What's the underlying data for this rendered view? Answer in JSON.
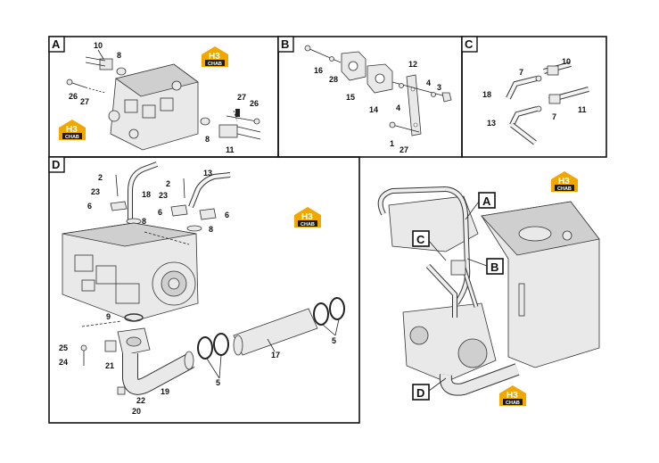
{
  "panels": {
    "A": {
      "letter": "A",
      "labels": [
        "10",
        "8",
        "26",
        "27",
        "27",
        "26",
        "8",
        "11"
      ]
    },
    "B": {
      "letter": "B",
      "labels": [
        "16",
        "28",
        "15",
        "14",
        "12",
        "4",
        "4",
        "3",
        "1",
        "27"
      ]
    },
    "C": {
      "letter": "C",
      "labels": [
        "10",
        "7",
        "18",
        "7",
        "13",
        "11"
      ]
    },
    "D": {
      "letter": "D",
      "labels": [
        "2",
        "23",
        "6",
        "18",
        "8",
        "2",
        "23",
        "13",
        "6",
        "6",
        "8",
        "9",
        "25",
        "24",
        "21",
        "22",
        "20",
        "19",
        "5",
        "17",
        "5"
      ]
    }
  },
  "callouts": {
    "A": "A",
    "B": "B",
    "C": "C",
    "D": "D"
  },
  "logo": {
    "mark": "H3",
    "text": "CHAB",
    "color": "#f0a800",
    "dark": "#1a1a1a"
  },
  "colors": {
    "frame": "#111111",
    "line": "#222222",
    "part": "#e9e9e9"
  }
}
